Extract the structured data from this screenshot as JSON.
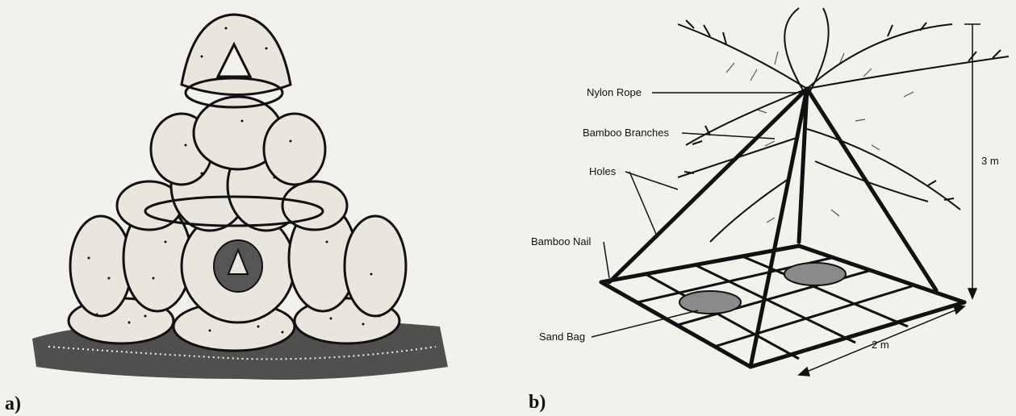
{
  "panels": {
    "a": {
      "letter": "a)",
      "subject": "tire-reef-module"
    },
    "b": {
      "letter": "b)",
      "subject": "bamboo-artificial-reef",
      "labels": {
        "nylon_rope": "Nylon Rope",
        "bamboo_branches": "Bamboo Branches",
        "holes": "Holes",
        "bamboo_nail": "Bamboo Nail",
        "sand_bag": "Sand Bag",
        "height": "3 m",
        "width": "2 m"
      }
    }
  },
  "colors": {
    "ink": "#111111",
    "paper": "#f3f1ec",
    "tire_fill": "#e9e6dd"
  }
}
